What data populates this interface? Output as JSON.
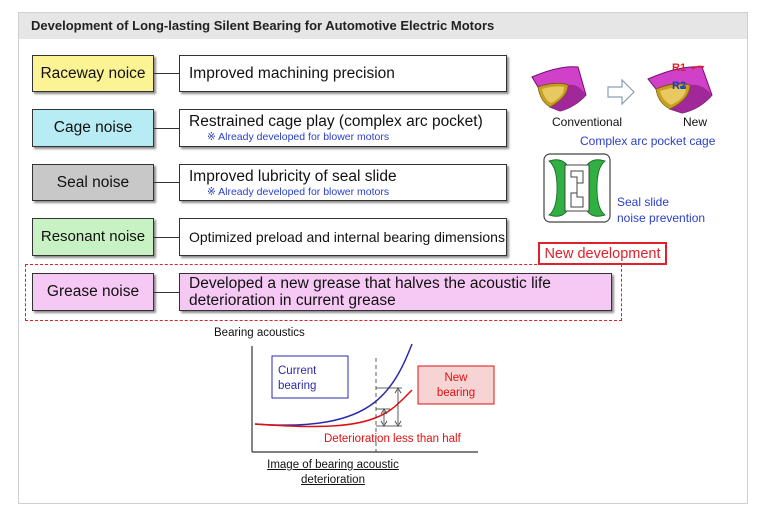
{
  "title": "Development of Long-lasting Silent Bearing for Automotive Electric Motors",
  "rows": [
    {
      "name": "Raceway noice",
      "desc": "Improved machining precision",
      "sub": "",
      "color": "#fbf394"
    },
    {
      "name": "Cage noise",
      "desc": "Restrained cage play (complex arc pocket)",
      "sub": "※ Already developed for blower motors",
      "color": "#b8ecf4"
    },
    {
      "name": "Seal noise",
      "desc": "Improved lubricity of seal slide",
      "sub": "※ Already developed for blower motors",
      "color": "#c8c8c8"
    },
    {
      "name": "Resonant noise",
      "desc": "Optimized preload and internal bearing dimensions",
      "sub": "",
      "color": "#c8f2c4"
    },
    {
      "name": "Grease noise",
      "desc_line1": "Developed a new grease that halves the acoustic life",
      "desc_line2": "deterioration in current grease",
      "color": "#f6c8f4"
    }
  ],
  "cage": {
    "conventional": "Conventional",
    "new": "New",
    "caption": "Complex arc pocket cage",
    "r1": "R1",
    "r2": "R2"
  },
  "seal": {
    "line1": "Seal slide",
    "line2": "noise prevention"
  },
  "new_development": "New development",
  "chart": {
    "ylabel": "Bearing acoustics",
    "current_line1": "Current",
    "current_line2": "bearing",
    "new_line1": "New",
    "new_line2": "bearing",
    "annotation": "Deterioration less than half",
    "caption_line1": "Image of bearing acoustic",
    "caption_line2": "deterioration",
    "current_color": "#2a2ab0",
    "new_color": "#e01010"
  }
}
